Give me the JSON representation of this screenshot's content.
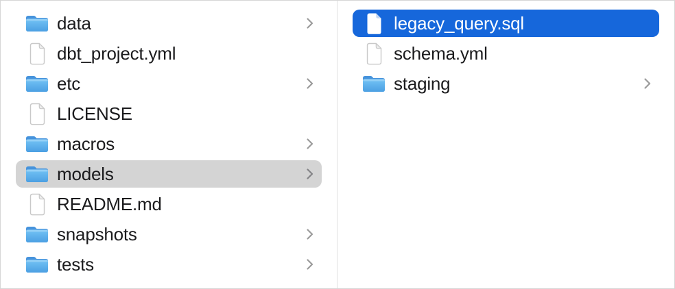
{
  "window_title": "",
  "colors": {
    "background": "#ffffff",
    "window_border": "#d6d6d6",
    "divider": "#e0e0e0",
    "selection_primary": "#1667db",
    "selection_secondary": "#d4d4d4",
    "text": "#1b1b1d",
    "text_on_primary": "#ffffff",
    "chevron": "#9b9b9b",
    "chevron_on_secondary": "#848487",
    "folder_tab": "#4693dc",
    "folder_body_top": "#74c4f5",
    "folder_body_bottom": "#4b9fe3",
    "file_outline": "#c9c9c9",
    "file_fold": "#ededed",
    "file_fold_on_primary": "#c5d7f2"
  },
  "icons": {
    "folder": "folder-icon",
    "file": "file-icon",
    "chevron": "chevron-right-icon"
  },
  "columns": [
    {
      "name": "left",
      "items": [
        {
          "label": "data",
          "type": "folder",
          "chevron": true,
          "selected": "none"
        },
        {
          "label": "dbt_project.yml",
          "type": "file",
          "chevron": false,
          "selected": "none"
        },
        {
          "label": "etc",
          "type": "folder",
          "chevron": true,
          "selected": "none"
        },
        {
          "label": "LICENSE",
          "type": "file",
          "chevron": false,
          "selected": "none"
        },
        {
          "label": "macros",
          "type": "folder",
          "chevron": true,
          "selected": "none"
        },
        {
          "label": "models",
          "type": "folder",
          "chevron": true,
          "selected": "secondary"
        },
        {
          "label": "README.md",
          "type": "file",
          "chevron": false,
          "selected": "none"
        },
        {
          "label": "snapshots",
          "type": "folder",
          "chevron": true,
          "selected": "none"
        },
        {
          "label": "tests",
          "type": "folder",
          "chevron": true,
          "selected": "none"
        }
      ]
    },
    {
      "name": "right",
      "items": [
        {
          "label": "legacy_query.sql",
          "type": "file",
          "chevron": false,
          "selected": "primary"
        },
        {
          "label": "schema.yml",
          "type": "file",
          "chevron": false,
          "selected": "none"
        },
        {
          "label": "staging",
          "type": "folder",
          "chevron": true,
          "selected": "none"
        }
      ]
    }
  ]
}
